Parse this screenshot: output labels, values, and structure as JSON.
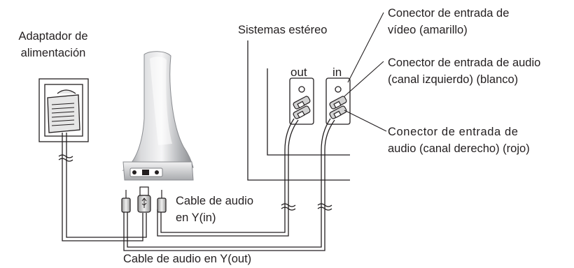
{
  "labels": {
    "power_adapter": [
      "Adaptador de",
      "alimentación"
    ],
    "stereo_system": "Sistemas estéreo",
    "video_in": [
      "Conector de entrada de",
      "vídeo (amarillo)"
    ],
    "audio_left": [
      "Conector de entrada de audio",
      "(canal izquierdo) (blanco)"
    ],
    "audio_right": [
      "Conector de entrada de",
      "audio (canal derecho) (rojo)"
    ],
    "cable_in": [
      "Cable de audio",
      "en Y(in)"
    ],
    "cable_out": "Cable de audio en Y(out)",
    "port_out": "out",
    "port_in": "in"
  },
  "colors": {
    "line": "#231f20",
    "device_body": "#c9cacc",
    "device_highlight": "#f4f4f5",
    "device_shadow": "#8e9094",
    "connector": "#d8d8d8"
  }
}
